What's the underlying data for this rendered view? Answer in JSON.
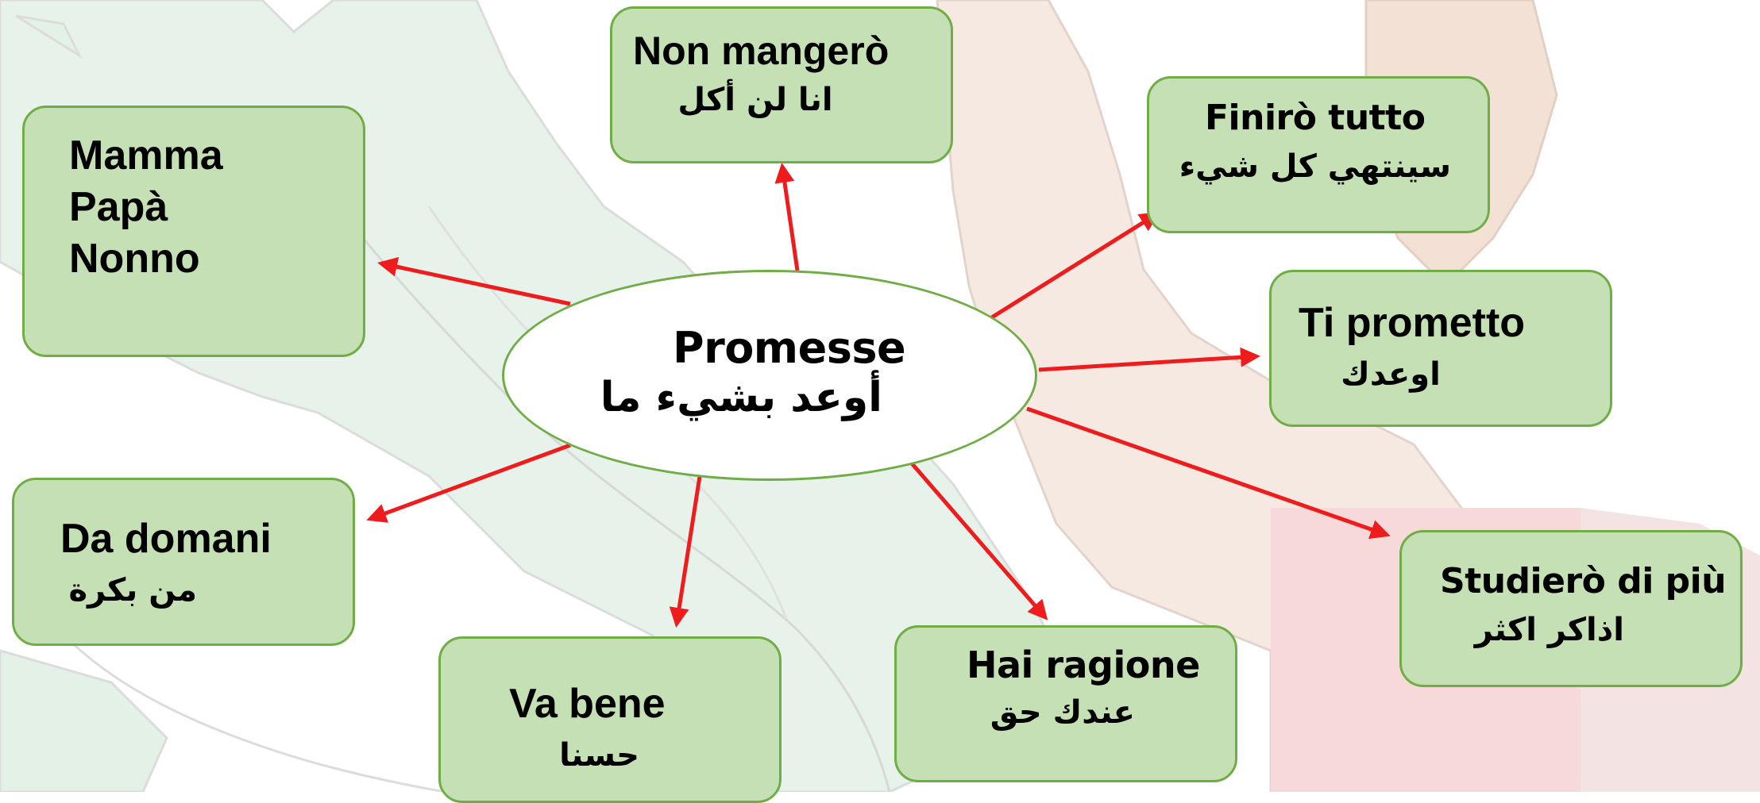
{
  "colors": {
    "box_fill": "#c5e0b4",
    "box_border": "#70ad47",
    "arrow": "#ee1c1c",
    "background_green": "#e3f1e6",
    "background_red": "#f9dcdc",
    "background_outline": "#d6d6d6"
  },
  "center": {
    "title": "Promesse",
    "arabic": "أوعد بشيء ما"
  },
  "boxes": {
    "non_mangero": {
      "it": "Non mangerò",
      "ar": "انا لن أكل"
    },
    "finiro_tutto": {
      "it": "Finirò tutto",
      "ar": "سينتهي كل شيء"
    },
    "family": {
      "line1": "Mamma",
      "line2": "Papà",
      "line3": "Nonno"
    },
    "ti_prometto": {
      "it": "Ti prometto",
      "ar": "اوعدك"
    },
    "da_domani": {
      "it": "Da domani",
      "ar": "من بكرة"
    },
    "va_bene": {
      "it": "Va bene",
      "ar": "حسنا"
    },
    "hai_ragione": {
      "it": "Hai ragione",
      "ar": "عندك حق"
    },
    "studiero": {
      "it": "Studierò di più",
      "ar": "اذاكر اكثر"
    }
  }
}
